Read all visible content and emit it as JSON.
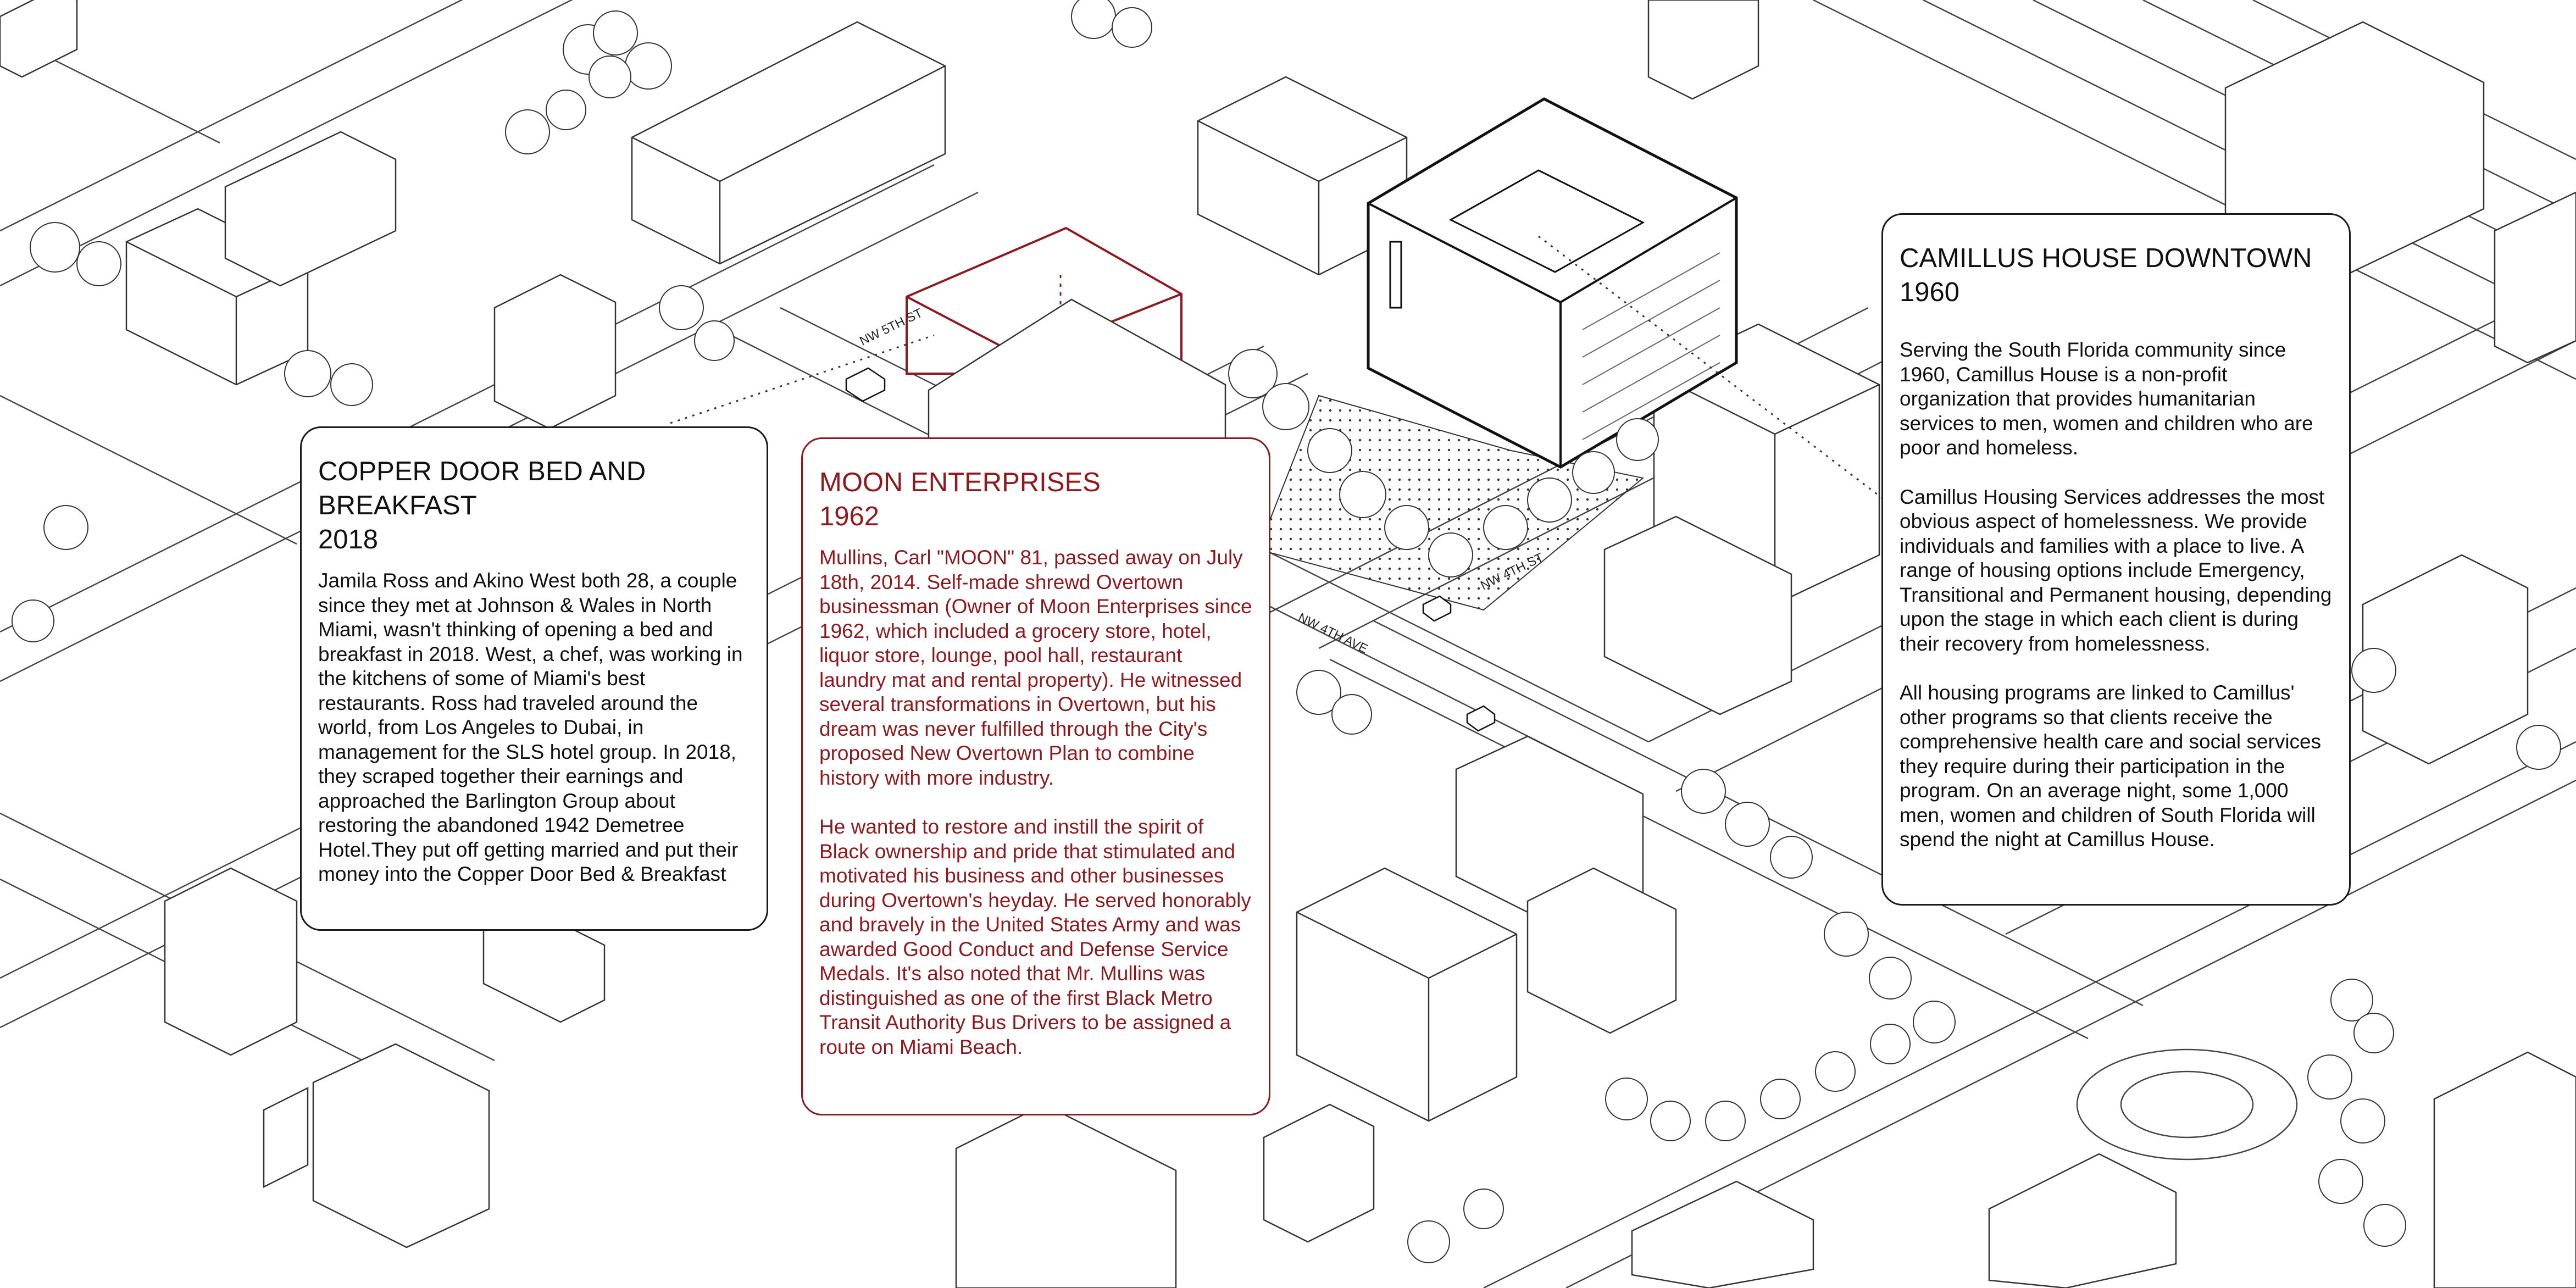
{
  "colors": {
    "ink": "#1a1a1a",
    "accent": "#8e1a1f",
    "background": "#ffffff"
  },
  "streets": {
    "nw5th": "NW 5TH ST",
    "nw4th_st": "NW 4TH ST",
    "nw4th_ave": "NW 4TH AVE"
  },
  "cards": {
    "copper": {
      "title": "COPPER DOOR BED AND BREAKFAST",
      "year": "2018",
      "paragraphs": [
        "Jamila Ross and Akino West both 28, a couple since they met at Johnson & Wales in North Miami, wasn't thinking of opening a bed and breakfast in 2018. West, a chef, was working in the kitchens of some of Miami's best restaurants. Ross had traveled around the world, from Los Angeles to Dubai, in management for the SLS hotel group. In 2018, they scraped together their earnings and approached the Barlington Group about restoring the abandoned 1942 Demetree Hotel.They put off getting married and put their money into the Copper Door Bed & Breakfast"
      ]
    },
    "moon": {
      "title": "MOON ENTERPRISES",
      "year": "1962",
      "paragraphs": [
        "Mullins, Carl \"MOON\" 81, passed away on July 18th, 2014. Self-made shrewd Overtown businessman (Owner of Moon Enterprises since 1962, which included a grocery store, hotel, liquor store, lounge, pool hall, restaurant laundry mat and rental property). He witnessed several transformations in Overtown, but his dream was never fulfilled through the City's proposed New Overtown Plan to combine history with more industry.",
        "He wanted to restore and instill the spirit of Black ownership and pride that stimulated and motivated his business and other businesses during Overtown's heyday. He served honorably and bravely in the United States Army and was awarded Good Conduct and Defense Service Medals. It's also noted that Mr. Mullins was distinguished as one of the first Black Metro Transit Authority Bus Drivers to be assigned a route on Miami Beach."
      ]
    },
    "camillus": {
      "title": "CAMILLUS HOUSE DOWNTOWN",
      "year": "1960",
      "paragraphs": [
        "Serving the South Florida community since 1960, Camillus House is a non-profit organization that provides humanitarian services to men, women and children who are poor and homeless.",
        "Camillus Housing Services addresses the most obvious aspect of homelessness. We provide individuals and families with a place to live. A range of housing options include Emergency, Transitional and Permanent housing, depending upon the stage in which each client is during their recovery from homelessness.",
        "All housing programs are linked to Camillus' other programs so that clients receive the comprehensive health care and social services they require during their participation in the program. On an average night, some 1,000 men, women and children of South Florida will spend the night at Camillus House."
      ]
    }
  }
}
